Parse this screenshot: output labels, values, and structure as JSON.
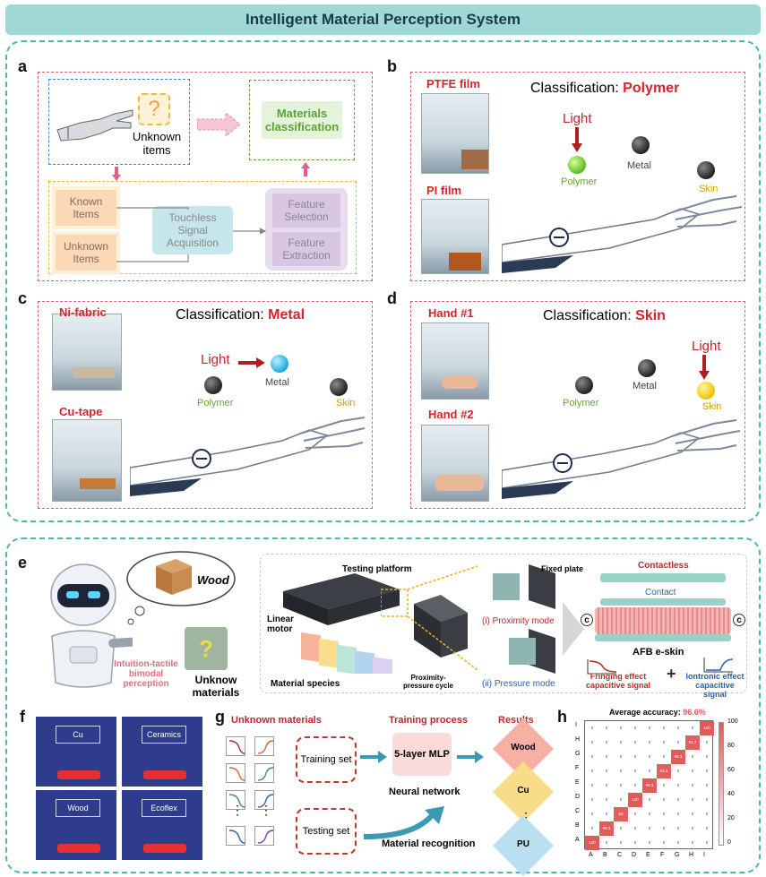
{
  "title": "Intelligent Material Perception System",
  "panels": {
    "a": {
      "letter": "a",
      "unknown_items": "Unknown items",
      "materials_classification": "Materials classification",
      "known_items": "Known Items",
      "unknown_items2": "Unknown Items",
      "touchless": "Touchless Signal Acquisition",
      "feature_selection": "Feature Selection",
      "feature_extraction": "Feature Extraction",
      "question": "?"
    },
    "b": {
      "letter": "b",
      "photo1": "PTFE film",
      "photo2": "PI film",
      "class_prefix": "Classification: ",
      "class_value": "Polymer",
      "light": "Light",
      "polymer": "Polymer",
      "metal": "Metal",
      "skin": "Skin",
      "lit": "polymer"
    },
    "c": {
      "letter": "c",
      "photo1": "Ni-fabric",
      "photo2": "Cu-tape",
      "class_prefix": "Classification: ",
      "class_value": "Metal",
      "light": "Light",
      "polymer": "Polymer",
      "metal": "Metal",
      "skin": "Skin",
      "lit": "metal"
    },
    "d": {
      "letter": "d",
      "photo1": "Hand #1",
      "photo2": "Hand #2",
      "class_prefix": "Classification: ",
      "class_value": "Skin",
      "light": "Light",
      "polymer": "Polymer",
      "metal": "Metal",
      "skin": "Skin",
      "lit": "skin"
    },
    "e": {
      "letter": "e",
      "wood": "Wood",
      "intuition": "Intuition-tactile bimodal perception",
      "unknow": "Unknow materials",
      "testing_platform": "Testing platform",
      "linear_motor": "Linear motor",
      "material_species": "Material species",
      "cycle": "Proximity-pressure cycle",
      "fixed_plate": "Fixed plate",
      "proximity_mode": "(i) Proximity mode",
      "pressure_mode": "(ii) Pressure mode",
      "contactless": "Contactless",
      "contact": "Contact",
      "afb": "AFB e-skin",
      "fringing": "Fringing effect capacitive signal",
      "plus": "+",
      "iontronic": "Iontronic effect capacitive signal",
      "c_symbol": "c",
      "question": "?"
    },
    "f": {
      "letter": "f",
      "sims": [
        "Cu",
        "Ceramics",
        "Wood",
        "Ecoflex"
      ]
    },
    "g": {
      "letter": "g",
      "unknown_materials": "Unknown materials",
      "training_process": "Training process",
      "results": "Results",
      "training_set": "Training set",
      "testing_set": "Testing set",
      "mlp": "5-layer MLP",
      "neural_network": "Neural network",
      "material_recognition": "Material recognition",
      "outputs": [
        "Wood",
        "Cu",
        "PU"
      ],
      "dots": "⋮"
    },
    "h": {
      "letter": "h",
      "accuracy_label": "Average accuracy: ",
      "accuracy_value": "96.6%",
      "row_labels": [
        "I",
        "H",
        "G",
        "F",
        "E",
        "D",
        "C",
        "B",
        "A"
      ],
      "col_labels": [
        "A",
        "B",
        "C",
        "D",
        "E",
        "F",
        "G",
        "H",
        "I"
      ],
      "colorbar_ticks": [
        "100",
        "80",
        "60",
        "40",
        "20",
        "0"
      ],
      "diagonal": [
        "100",
        "98.3",
        "93",
        "100",
        "98.3",
        "93.3",
        "98.3",
        "91.7",
        "100"
      ],
      "accent": "#e05a5a"
    }
  }
}
